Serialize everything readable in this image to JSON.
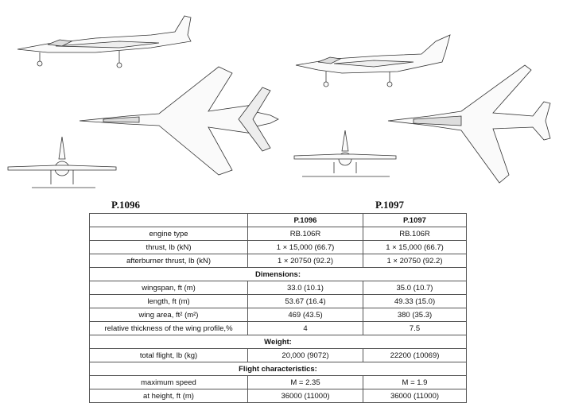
{
  "labels": {
    "left": "P.1096",
    "right": "P.1097"
  },
  "table": {
    "header": [
      "",
      "P.1096",
      "P.1097"
    ],
    "rows": [
      {
        "name": "engine type",
        "a": "RB.106R",
        "b": "RB.106R"
      },
      {
        "name": "thrust, lb (kN)",
        "a": "1 × 15,000 (66.7)",
        "b": "1 × 15,000 (66.7)"
      },
      {
        "name": "afterburner thrust, lb (kN)",
        "a": "1 × 20750 (92.2)",
        "b": "1 × 20750 (92.2)"
      },
      {
        "section": "Dimensions:"
      },
      {
        "name": "wingspan, ft (m)",
        "a": "33.0 (10.1)",
        "b": "35.0 (10.7)"
      },
      {
        "name": "length, ft (m)",
        "a": "53.67 (16.4)",
        "b": "49.33 (15.0)"
      },
      {
        "name": "wing area, ft² (m²)",
        "a": "469 (43.5)",
        "b": "380 (35.3)"
      },
      {
        "name": "relative thickness of the wing profile,%",
        "a": "4",
        "b": "7.5"
      },
      {
        "section": "Weight:"
      },
      {
        "name": "total flight, lb (kg)",
        "a": "20,000 (9072)",
        "b": "22200 (10069)"
      },
      {
        "section": "Flight characteristics:"
      },
      {
        "name": "maximum speed",
        "a": "M = 2.35",
        "b": "M = 1.9"
      },
      {
        "name": "at height, ft (m)",
        "a": "36000 (11000)",
        "b": "36000 (11000)"
      }
    ]
  }
}
